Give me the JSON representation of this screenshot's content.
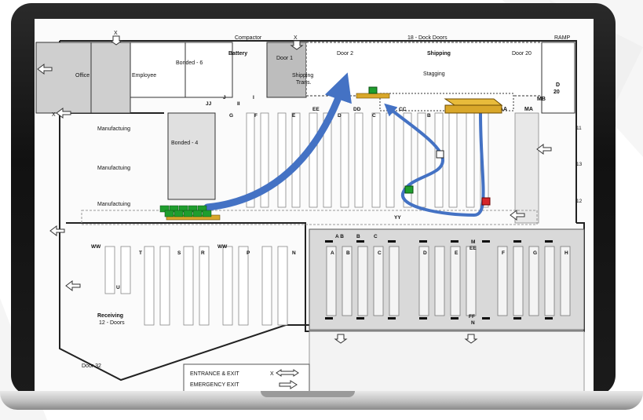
{
  "top_labels": {
    "compactor": "Compactor",
    "dock_doors": "18 - Dock Doors",
    "ramp": "RAMP",
    "battery": "Battery",
    "door1": "Door 1",
    "door2": "Door 2",
    "shipping": "Shipping",
    "door20": "Door 20",
    "stagging": "Stagging",
    "shipping_trans_1": "Shipping",
    "shipping_trans_2": "Trans.",
    "bonded6": "Bonded - 6",
    "bonded4": "Bonded - 4",
    "office": "Office",
    "employee": "Employee",
    "d20_1": "D",
    "d20_2": "20",
    "mb": "MB",
    "ma": "MA",
    "aa": "AA",
    "x": "X"
  },
  "left_labels": {
    "manuf1": "Manufactuing",
    "manuf2": "Manufactuing",
    "manuf3": "Manufactuing",
    "receiving": "Receiving",
    "receiving_doors": "12 - Doors",
    "door32": "Door 32"
  },
  "aisle_letters_top": [
    "JJ",
    "J",
    "II",
    "I",
    "G",
    "F",
    "E",
    "EE",
    "D",
    "DD",
    "C",
    "CC",
    "B"
  ],
  "aisle_letters_lower": [
    "WW",
    "T",
    "S",
    "R",
    "WW",
    "P",
    "N",
    "A",
    "B",
    "C",
    "D",
    "E",
    "F",
    "G",
    "H"
  ],
  "aisle_letters_mid": [
    "A B",
    "B",
    "C",
    "YY",
    "M",
    "EE",
    "FF",
    "N",
    "U"
  ],
  "side_numbers": [
    "11",
    "13",
    "12"
  ],
  "legend": {
    "entrance_exit": "ENTRANCE & EXIT",
    "entrance_mark": "X",
    "emergency_exit": "EMERGENCY EXIT"
  },
  "colors": {
    "flow_arrow": "#4472c4",
    "pallet_wood": "#d9a72a",
    "box_green": "#1f9e2e",
    "box_red": "#d6262b",
    "laptop_frame": "#1a1a1a"
  }
}
